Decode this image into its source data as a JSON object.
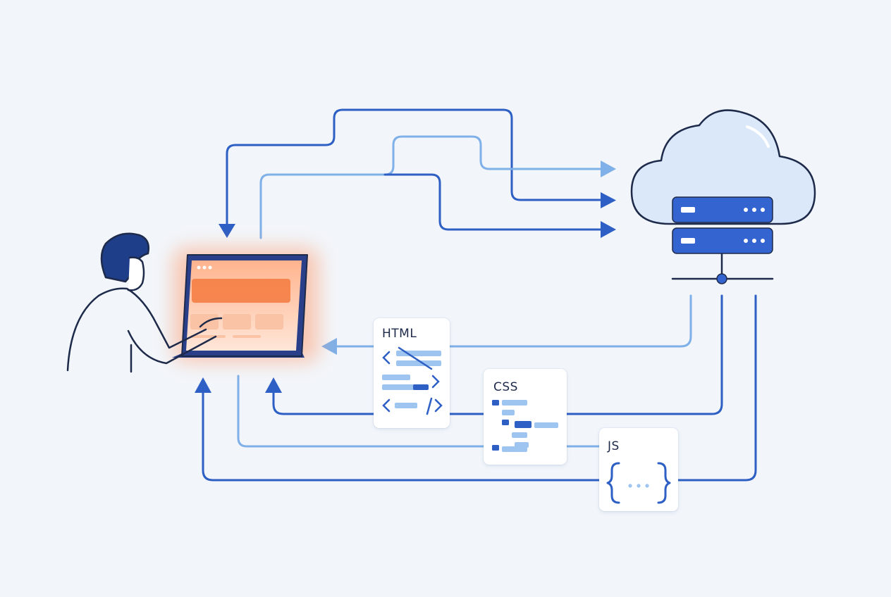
{
  "cards": {
    "html": {
      "label": "HTML",
      "icon": "html-markup-icon"
    },
    "css": {
      "label": "CSS",
      "icon": "css-styles-icon"
    },
    "js": {
      "label": "JS",
      "icon": "curly-braces-icon"
    }
  },
  "elements": {
    "user": "person-pointing-icon",
    "device": "tablet-icon",
    "server": "cloud-server-icon"
  },
  "colors": {
    "background": "#f2f6fb",
    "line_dark": "#2d5fc4",
    "line_light": "#7fb0e8",
    "accent": "#f47a3e",
    "ink": "#1e2a4a",
    "server_fill": "#3464d0",
    "cloud_fill": "#dbe8fa"
  }
}
